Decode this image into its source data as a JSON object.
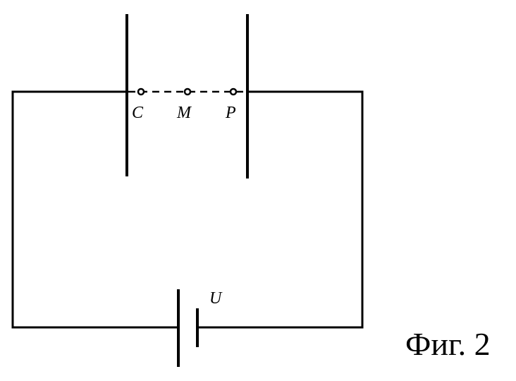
{
  "diagram": {
    "points": {
      "c": "C",
      "m": "M",
      "p": "P"
    },
    "battery_label": "U",
    "caption": "Фиг. 2"
  },
  "colors": {
    "line": "#000000",
    "background": "#ffffff"
  }
}
